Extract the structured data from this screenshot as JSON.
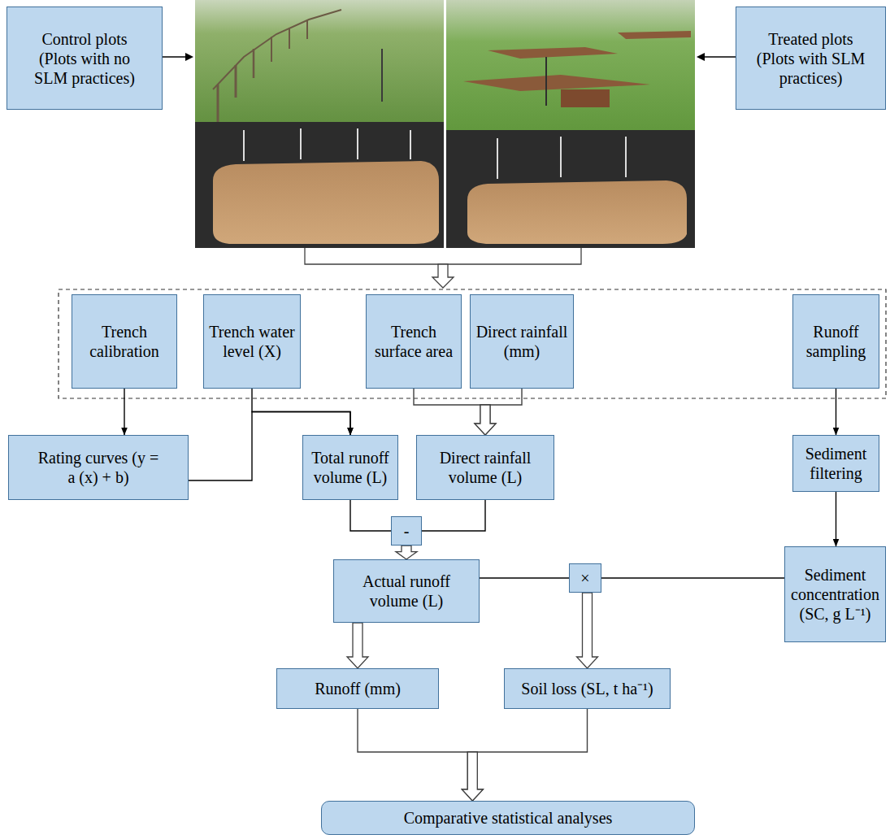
{
  "diagram": {
    "nodes": [
      {
        "text": [
          "Control plots (Plots with no SLM practices)"
        ]
      },
      {
        "text": [
          "Treated plots (Plots with SLM practices)"
        ]
      },
      {
        "text": [
          "Trench calibration"
        ]
      },
      {
        "text": [
          "Trench water level (X)"
        ]
      },
      {
        "text": [
          "Trench surface area"
        ]
      },
      {
        "text": [
          "Direct rainfall (mm)"
        ]
      },
      {
        "text": [
          "Runoff sampling"
        ]
      },
      {
        "text": [
          "Rating curves (y = a (x) + b)"
        ]
      },
      {
        "text": [
          "Total runoff volume (L)"
        ]
      },
      {
        "text": [
          "Direct rainfall volume (L)"
        ]
      },
      {
        "text": [
          "Sediment filtering"
        ]
      },
      {
        "text": [
          "-"
        ]
      },
      {
        "text": [
          "Actual runoff volume (L)"
        ]
      },
      {
        "text": [
          "×"
        ]
      },
      {
        "text": [
          "Sediment concentration (SC, g L⁻¹)"
        ]
      },
      {
        "text": [
          "Runoff (mm)"
        ]
      },
      {
        "text": [
          "Soil loss (SL, t ha⁻¹)"
        ]
      },
      {
        "text": [
          "Comparative statistical analyses"
        ]
      }
    ],
    "edges": [
      {
        "from": 2,
        "to": 7,
        "arrow": "to"
      },
      {
        "from": 3,
        "to": 8,
        "arrow": "to"
      },
      {
        "from": 7,
        "to": 8,
        "arrow": "to"
      },
      {
        "from": 4,
        "to": 9,
        "arrow": "to"
      },
      {
        "from": 5,
        "to": 9,
        "arrow": "to"
      },
      {
        "from": 6,
        "to": 10,
        "arrow": "to"
      },
      {
        "from": 8,
        "to": 11,
        "arrow": "none"
      },
      {
        "from": 9,
        "to": 11,
        "arrow": "none"
      },
      {
        "from": 10,
        "to": 14,
        "arrow": "to"
      },
      {
        "from": 11,
        "to": 12,
        "arrow": "to"
      },
      {
        "from": 12,
        "to": 13,
        "arrow": "none"
      },
      {
        "from": 14,
        "to": 13,
        "arrow": "none"
      },
      {
        "from": 12,
        "to": 15,
        "arrow": "to"
      },
      {
        "from": 13,
        "to": 16,
        "arrow": "to"
      },
      {
        "from": 15,
        "to": 17,
        "arrow": "to"
      },
      {
        "from": 16,
        "to": 17,
        "arrow": "to"
      }
    ]
  }
}
